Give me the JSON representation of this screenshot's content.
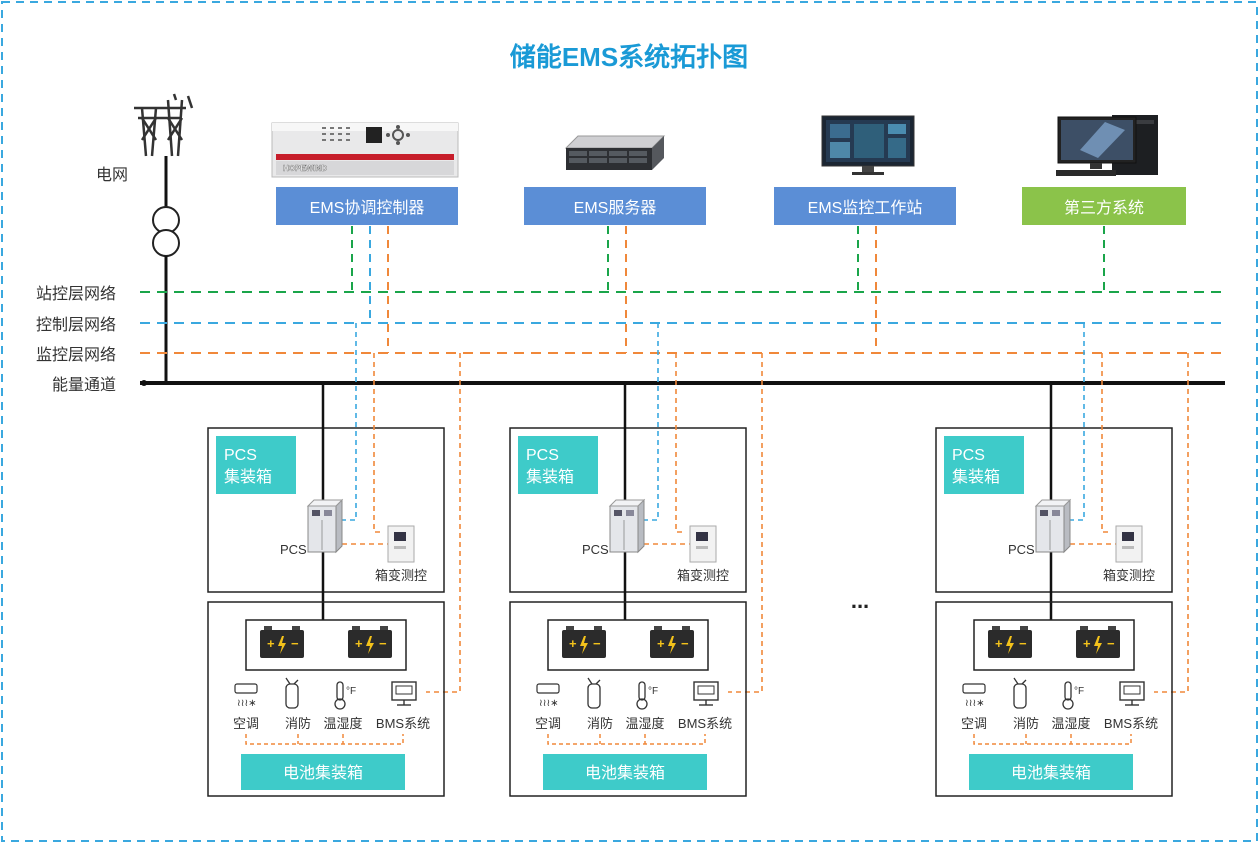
{
  "title": "储能EMS系统拓扑图",
  "grid_label": "电网",
  "networks": {
    "station": "站控层网络",
    "control": "控制层网络",
    "monitor": "监控层网络",
    "energy": "能量通道"
  },
  "top_devices": {
    "ems_controller": "EMS协调控制器",
    "ems_server": "EMS服务器",
    "ems_workstation": "EMS监控工作站",
    "third_party": "第三方系统"
  },
  "units": [
    {
      "pcs_box": [
        "PCS",
        "集装箱"
      ],
      "pcs_label": "PCS",
      "box_monitor": "箱变测控",
      "battery_box": "电池集装箱",
      "aux": [
        "空调",
        "消防",
        "温湿度",
        "BMS系统"
      ]
    },
    {
      "pcs_box": [
        "PCS",
        "集装箱"
      ],
      "pcs_label": "PCS",
      "box_monitor": "箱变测控",
      "battery_box": "电池集装箱",
      "aux": [
        "空调",
        "消防",
        "温湿度",
        "BMS系统"
      ]
    },
    {
      "pcs_box": [
        "PCS",
        "集装箱"
      ],
      "pcs_label": "PCS",
      "box_monitor": "箱变测控",
      "battery_box": "电池集装箱",
      "aux": [
        "空调",
        "消防",
        "温湿度",
        "BMS系统"
      ]
    }
  ],
  "ellipsis": "...",
  "controller_brand": "HOPEWIND",
  "colors": {
    "title": "#1a9ad6",
    "blue_box": "#5b8ed6",
    "green_box": "#8bc34a",
    "teal_box": "#3ecbc9",
    "station_net": "#1aa54a",
    "control_net": "#3aa8df",
    "monitor_net": "#f0883a",
    "frame": "#3aa8df"
  }
}
